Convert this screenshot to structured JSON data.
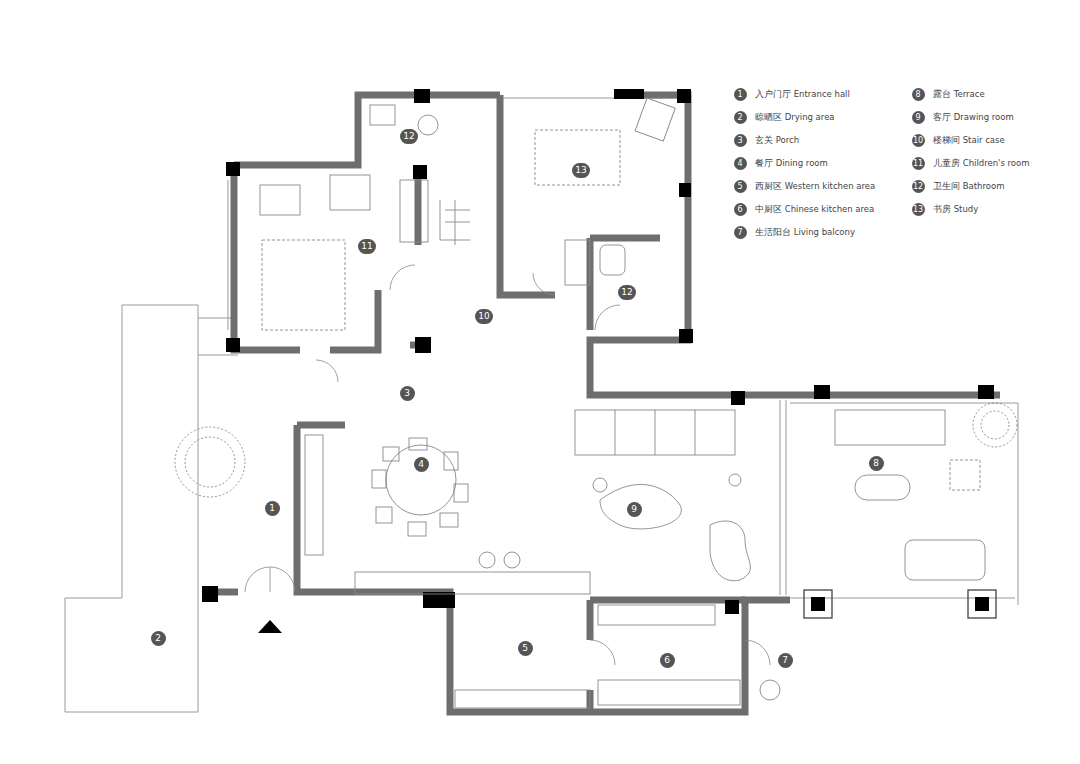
{
  "diagram": {
    "nodes": [
      {
        "text": [
          "1"
        ]
      },
      {
        "text": [
          "2"
        ]
      },
      {
        "text": [
          "3"
        ]
      },
      {
        "text": [
          "4"
        ]
      },
      {
        "text": [
          "5"
        ]
      },
      {
        "text": [
          "6"
        ]
      },
      {
        "text": [
          "7"
        ]
      },
      {
        "text": [
          "8"
        ]
      },
      {
        "text": [
          "9"
        ]
      },
      {
        "text": [
          "10"
        ]
      },
      {
        "text": [
          "11"
        ]
      },
      {
        "text": [
          "12"
        ]
      },
      {
        "text": [
          "12"
        ]
      },
      {
        "text": [
          "13"
        ]
      }
    ],
    "labels": [
      "1",
      "2",
      "3",
      "4",
      "5",
      "6",
      "7",
      "8",
      "9",
      "10",
      "11",
      "12",
      "13"
    ],
    "legend": [
      {
        "text": "入户门厅 Entrance hall"
      },
      {
        "text": "晾晒区 Drying area"
      },
      {
        "text": "玄关 Porch"
      },
      {
        "text": "餐厅 Dining room"
      },
      {
        "text": "西厨区 Western kitchen area"
      },
      {
        "text": "中厨区 Chinese kitchen area"
      },
      {
        "text": "生活阳台 Living balcony"
      },
      {
        "text": "露台 Terrace"
      },
      {
        "text": "客厅 Drawing room"
      },
      {
        "text": "楼梯间 Stair case"
      },
      {
        "text": "儿童房 Children's room"
      },
      {
        "text": "卫生间 Bathroom"
      },
      {
        "text": "书房 Study"
      }
    ]
  }
}
